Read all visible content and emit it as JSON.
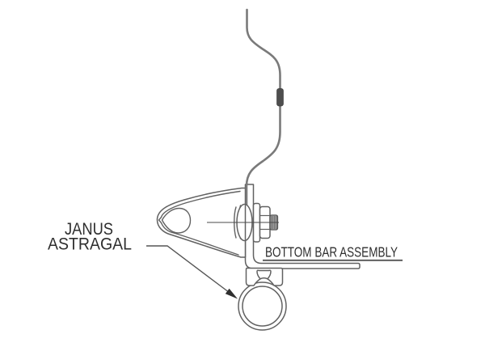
{
  "labels": {
    "janus_line1": "JANUS",
    "janus_line2": "ASTRAGAL",
    "bottom_bar": "BOTTOM BAR ASSEMBLY"
  },
  "colors": {
    "background": "#ffffff",
    "drawing_line": "#616161",
    "cable_line": "#7a7a7a",
    "ferrule_fill": "#4e4e4e",
    "text": "#2e2e2e",
    "arrow_fill": "#2f2f2f"
  },
  "parts": [
    "curtain-cable",
    "cable-ferrule",
    "cable-wedge-clamp",
    "bracket-plate",
    "washer",
    "flange-nut",
    "threaded-stud",
    "bolt-centerline",
    "bottom-bar",
    "astragal-retainer-channel",
    "astragal-bulb",
    "leader-arrow"
  ]
}
